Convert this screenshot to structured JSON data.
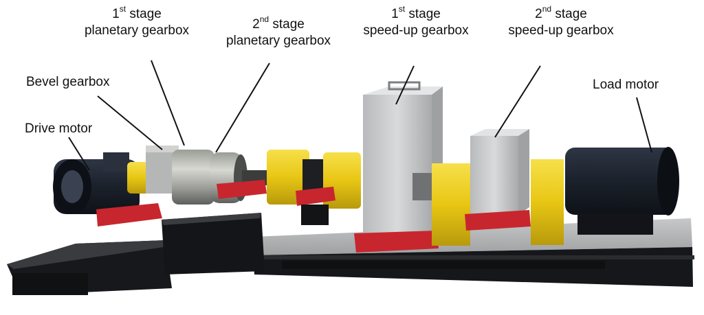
{
  "labels": {
    "planetary1": {
      "ordinal": "1",
      "suffix": "st",
      "stage": " stage",
      "name": "planetary gearbox"
    },
    "planetary2": {
      "ordinal": "2",
      "suffix": "nd",
      "stage": " stage",
      "name": "planetary gearbox"
    },
    "speedup1": {
      "ordinal": "1",
      "suffix": "st",
      "stage": " stage",
      "name": "speed-up gearbox"
    },
    "speedup2": {
      "ordinal": "2",
      "suffix": "nd",
      "stage": " stage",
      "name": "speed-up gearbox"
    },
    "bevel": "Bevel gearbox",
    "drive": "Drive motor",
    "load": "Load motor"
  },
  "colors": {
    "background": "#ffffff",
    "yellow_coupling": "#f2d21c",
    "red_mount": "#c8262e",
    "gearbox_grey": "#c9cbcc",
    "base_black": "#1c1c1e",
    "motor_dark": "#1f2530"
  }
}
